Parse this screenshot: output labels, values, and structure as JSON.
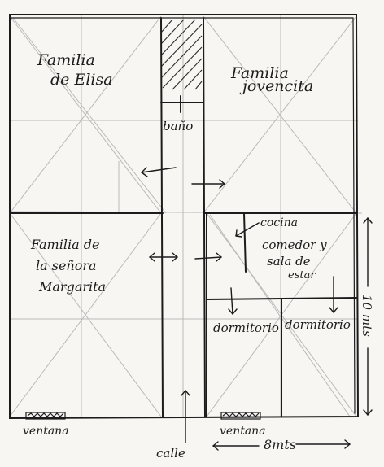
{
  "colors": {
    "paper": "#f7f6f3",
    "ink": "#1c1c1c",
    "pencil": "#b9b9b9"
  },
  "labels": {
    "familia_elisa_line1": "Familia",
    "familia_elisa_line2": "de Elisa",
    "familia_jovencita_line1": "Familia",
    "familia_jovencita_line2": "jovencita",
    "bano": "baño",
    "familia_margarita_line1": "Familia de",
    "familia_margarita_line2": "la señora",
    "familia_margarita_line3": "Margarita",
    "cocina": "cocina",
    "comedor_line1": "comedor y",
    "comedor_line2": "sala de",
    "comedor_line3": "estar",
    "dormitorio_left": "dormitorio",
    "dormitorio_right": "dormitorio",
    "ventana_left": "ventana",
    "ventana_right": "ventana",
    "calle": "calle",
    "ancho": "8mts",
    "alto": "10 mts"
  }
}
